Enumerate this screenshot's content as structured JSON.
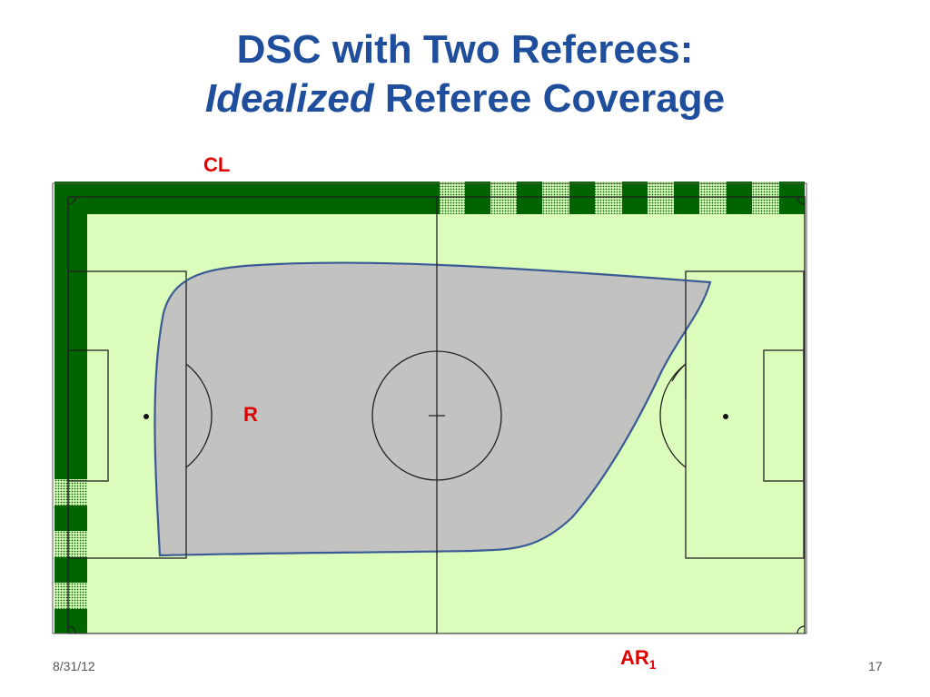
{
  "slide": {
    "title_line1": "DSC with Two Referees:",
    "title_emphasis": "Idealized",
    "title_rest": " Referee Coverage",
    "footer_date": "8/31/12",
    "page_number": "17"
  },
  "labels": {
    "center_line_referee": "CL",
    "referee": "R",
    "assistant_referee_base": "AR",
    "assistant_referee_sub": "1"
  },
  "colors": {
    "title": "#1f4e9c",
    "label": "#e00000",
    "field": "#dcfcbc",
    "referee_path": "#006400",
    "coverage_fill": "#c0c0c0",
    "coverage_stroke": "#3a5a96"
  }
}
